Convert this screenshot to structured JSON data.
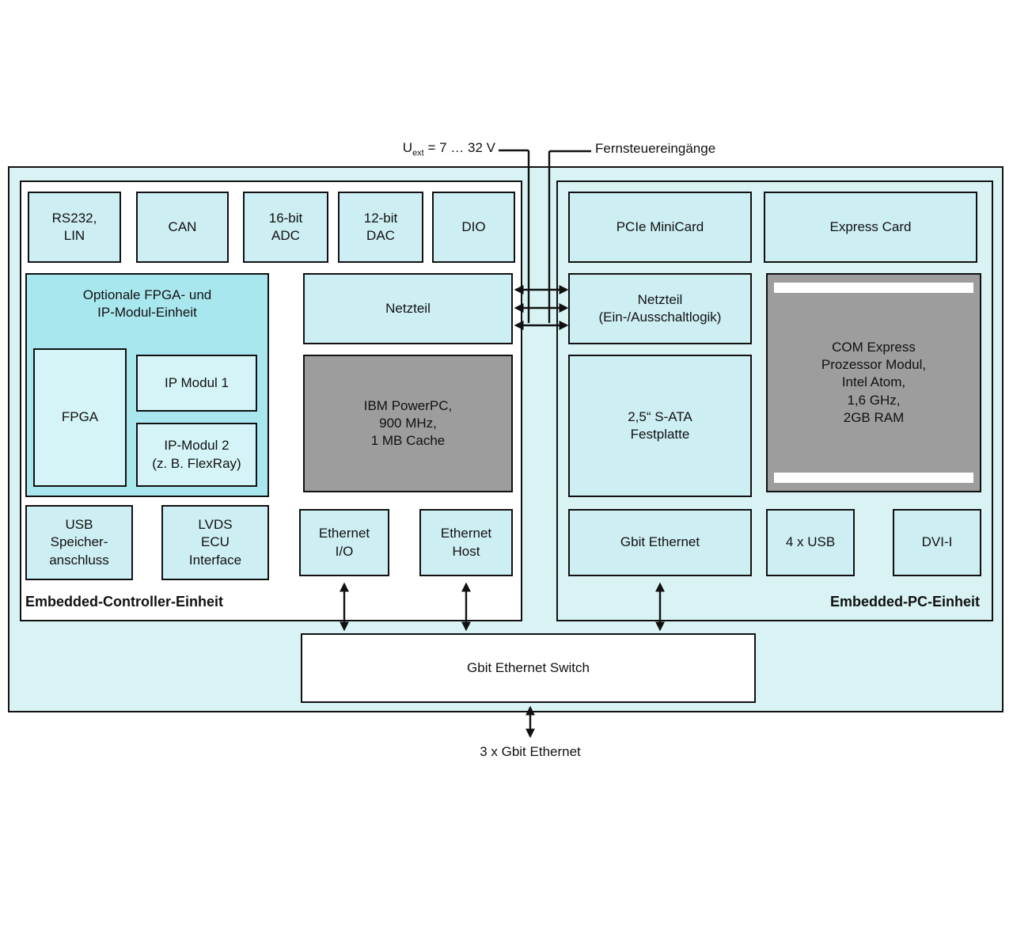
{
  "annotations": {
    "voltage": {
      "base": "U",
      "sub": "ext",
      "rest": " = 7 … 32 V"
    },
    "remote_inputs": "Fernsteuereingänge",
    "external_ethernet": "3 x Gbit Ethernet"
  },
  "controller_unit": {
    "title": "Embedded-Controller-Einheit",
    "blocks": {
      "rs232_lin": "RS232,\nLIN",
      "can": "CAN",
      "adc": "16-bit\nADC",
      "dac": "12-bit\nDAC",
      "dio": "DIO",
      "fpga_unit_title": "Optionale FPGA- und\nIP-Modul-Einheit",
      "fpga": "FPGA",
      "ip_modul_1": "IP Modul 1",
      "ip_modul_2": "IP-Modul 2\n(z. B. FlexRay)",
      "netzteil": "Netzteil",
      "powerpc": "IBM PowerPC,\n900 MHz,\n1 MB Cache",
      "usb_speicher": "USB\nSpeicher-\nanschluss",
      "lvds_ecu": "LVDS\nECU\nInterface",
      "ethernet_io": "Ethernet\nI/O",
      "ethernet_host": "Ethernet\nHost"
    }
  },
  "pc_unit": {
    "title": "Embedded-PC-Einheit",
    "blocks": {
      "pcie_minicard": "PCIe MiniCard",
      "express_card": "Express Card",
      "netzteil": "Netzteil\n(Ein-/Ausschaltlogik)",
      "sata_disk": "2,5“ S-ATA\nFestplatte",
      "com_express": "COM Express\nProzessor Modul,\nIntel Atom,\n1,6 GHz,\n2GB RAM",
      "gbit_ethernet": "Gbit Ethernet",
      "usb_4x": "4 x USB",
      "dvi": "DVI-I"
    }
  },
  "switch": {
    "label": "Gbit Ethernet Switch"
  },
  "colors": {
    "bg-outer": "#d9f3f4",
    "block-fill": "#cdeef3",
    "fpga-fill": "#a9e7ef",
    "inner-fill": "#d4f4f7",
    "gray-fill": "#9d9d9d",
    "line": "#111111"
  }
}
